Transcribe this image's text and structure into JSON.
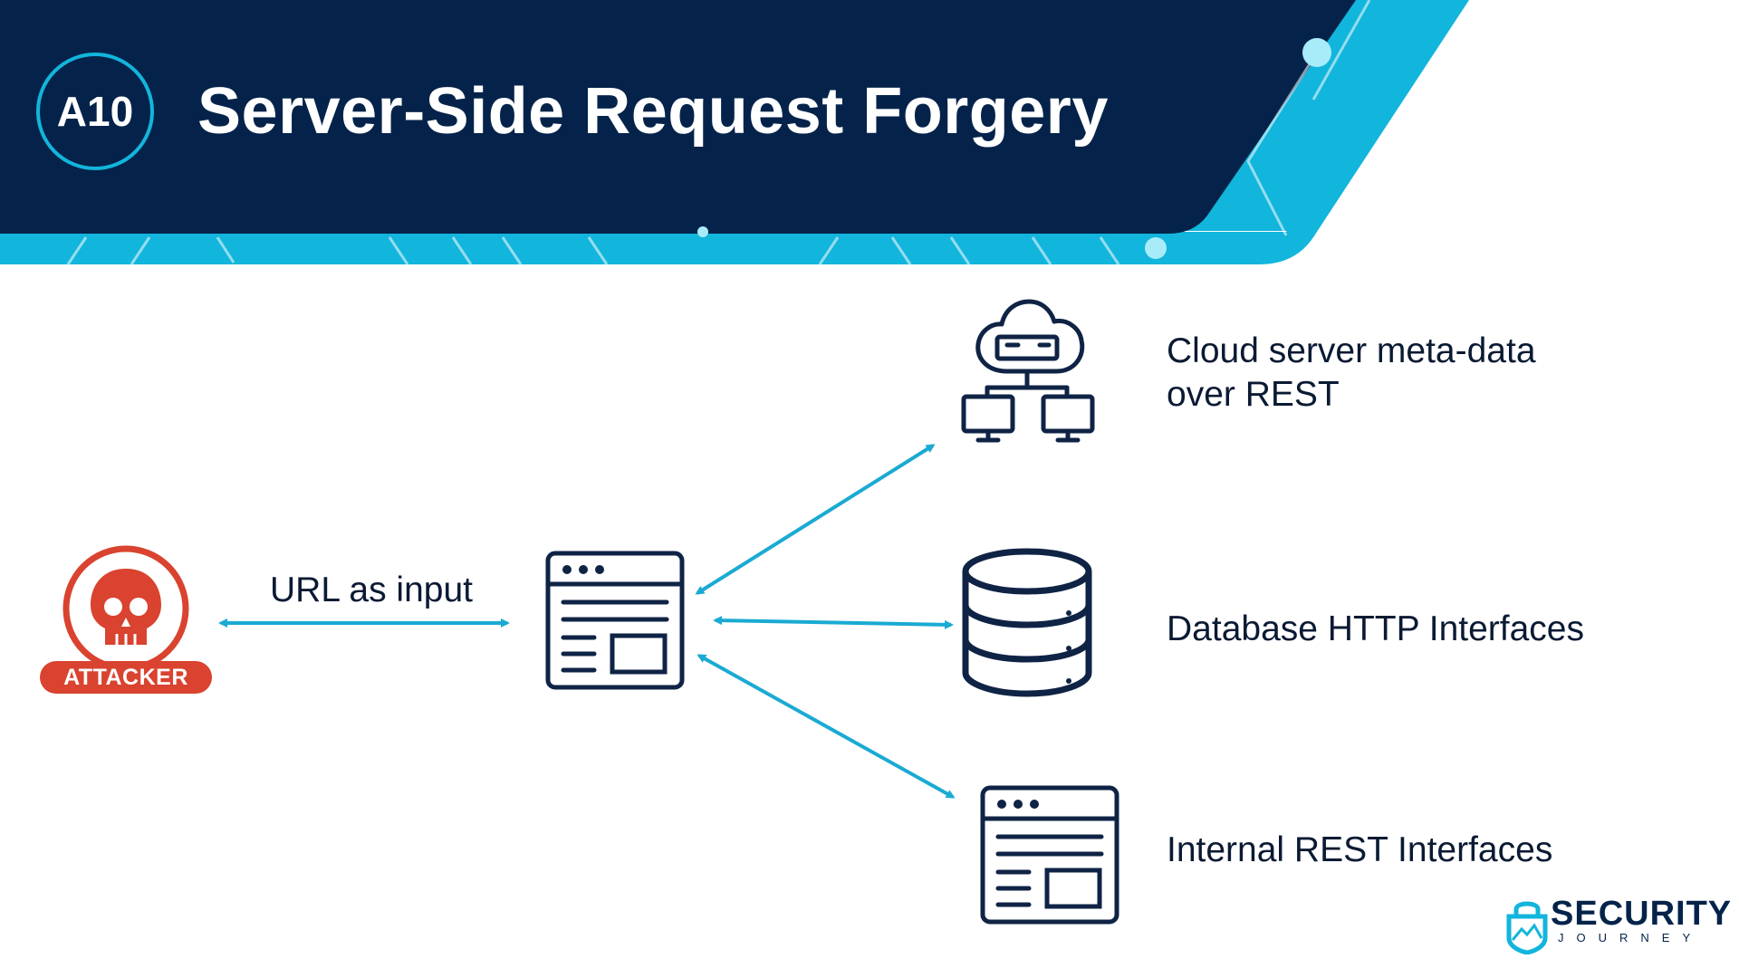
{
  "header": {
    "badge": "A10",
    "title": "Server-Side Request Forgery"
  },
  "attacker": {
    "label": "ATTACKER",
    "icon": "skull-icon"
  },
  "edges": {
    "input_label": "URL as input"
  },
  "targets": [
    {
      "icon": "cloud-network-icon",
      "lines": [
        "Cloud server meta-data",
        "over REST"
      ]
    },
    {
      "icon": "database-icon",
      "lines": [
        "Database HTTP Interfaces"
      ]
    },
    {
      "icon": "browser-window-icon",
      "lines": [
        "Internal REST Interfaces"
      ]
    }
  ],
  "logo": {
    "word": "SECURITY",
    "sub": "JOURNEY"
  },
  "colors": {
    "navy": "#05234a",
    "cyan": "#12b5dc",
    "arrow": "#1aaad3",
    "attacker_red": "#d9432f",
    "text": "#0b1a33"
  }
}
